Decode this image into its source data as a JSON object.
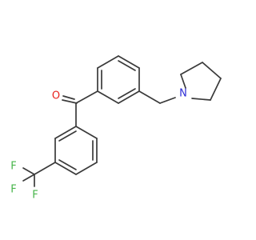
{
  "atoms": {
    "oxygen": {
      "symbol": "O",
      "color": "#e8231e"
    },
    "nitrogen": {
      "symbol": "N",
      "color": "#2b2bd6"
    },
    "fluorine_1": {
      "symbol": "F",
      "color": "#47b54a"
    },
    "fluorine_2": {
      "symbol": "F",
      "color": "#47b54a"
    },
    "fluorine_3": {
      "symbol": "F",
      "color": "#47b54a"
    }
  },
  "bond_color": "#3a3a3a",
  "background": "#ffffff"
}
